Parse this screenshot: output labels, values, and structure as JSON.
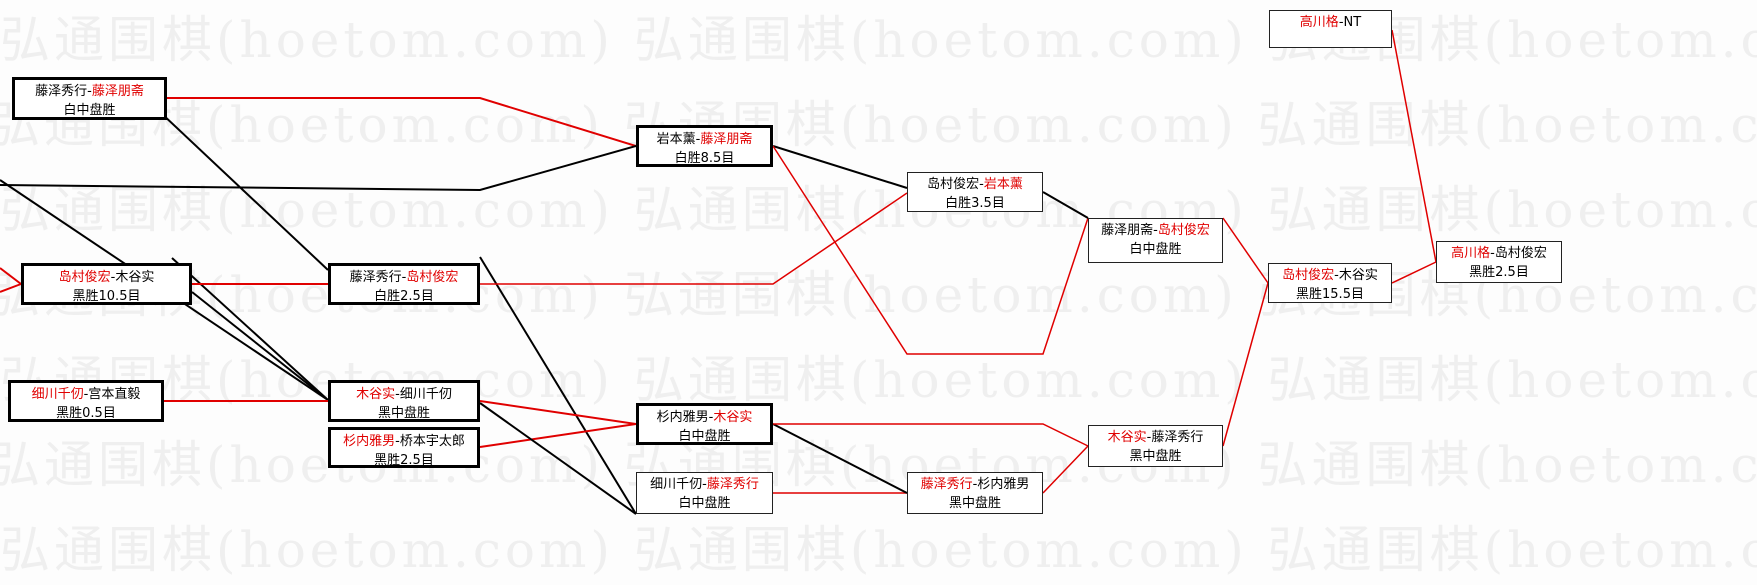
{
  "watermark": "弘通围棋(hoetom.com) 弘通围棋(hoetom.com) 弘通围棋(hoetom.com)",
  "separator": "-",
  "colors": {
    "winner": "#e00000",
    "line_win": "#e00000",
    "line_loss": "#000000"
  },
  "matches": [
    {
      "p1": "藤泽秀行",
      "p2": "藤泽朋斋",
      "winner": 2,
      "result": "白中盘胜"
    },
    {
      "p1": "岛村俊宏",
      "p2": "木谷实",
      "winner": 1,
      "result": "黑胜10.5目"
    },
    {
      "p1": "细川千仞",
      "p2": "宫本直毅",
      "winner": 1,
      "result": "黑胜0.5目"
    },
    {
      "p1": "藤泽秀行",
      "p2": "岛村俊宏",
      "winner": 2,
      "result": "白胜2.5目"
    },
    {
      "p1": "木谷实",
      "p2": "细川千仞",
      "winner": 1,
      "result": "黑中盘胜"
    },
    {
      "p1": "杉内雅男",
      "p2": "桥本宇太郎",
      "winner": 1,
      "result": "黑胜2.5目"
    },
    {
      "p1": "岩本薰",
      "p2": "藤泽朋斋",
      "winner": 2,
      "result": "白胜8.5目"
    },
    {
      "p1": "杉内雅男",
      "p2": "木谷实",
      "winner": 2,
      "result": "白中盘胜"
    },
    {
      "p1": "细川千仞",
      "p2": "藤泽秀行",
      "winner": 2,
      "result": "白中盘胜"
    },
    {
      "p1": "岛村俊宏",
      "p2": "岩本薰",
      "winner": 2,
      "result": "白胜3.5目"
    },
    {
      "p1": "藤泽秀行",
      "p2": "杉内雅男",
      "winner": 1,
      "result": "黑中盘胜"
    },
    {
      "p1": "藤泽朋斋",
      "p2": "岛村俊宏",
      "winner": 2,
      "result": "白中盘胜"
    },
    {
      "p1": "木谷实",
      "p2": "藤泽秀行",
      "winner": 1,
      "result": "黑中盘胜"
    },
    {
      "p1": "岛村俊宏",
      "p2": "木谷实",
      "winner": 1,
      "result": "黑胜15.5目"
    },
    {
      "p1": "高川格",
      "p2": "NT",
      "winner": 1,
      "result": ""
    },
    {
      "p1": "高川格",
      "p2": "岛村俊宏",
      "winner": 1,
      "result": "黑胜2.5目"
    }
  ]
}
